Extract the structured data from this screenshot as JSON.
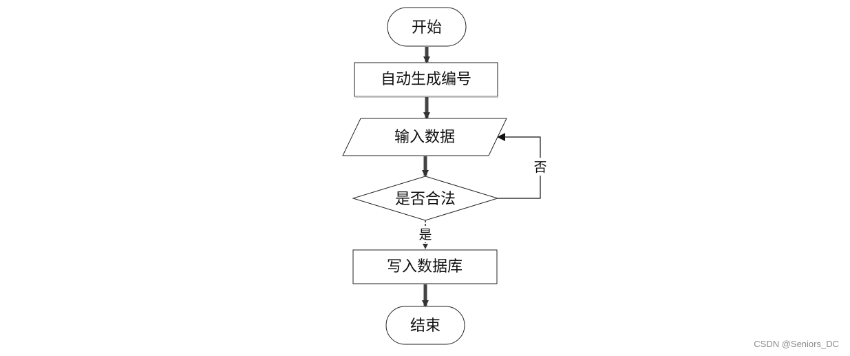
{
  "nodes": {
    "start": "开始",
    "generate_id": "自动生成编号",
    "input_data": "输入数据",
    "is_valid": "是否合法",
    "write_db": "写入数据库",
    "end": "结束"
  },
  "edges": {
    "no_label": "否",
    "yes_label": "是"
  },
  "watermark": "CSDN @Seniors_DC"
}
